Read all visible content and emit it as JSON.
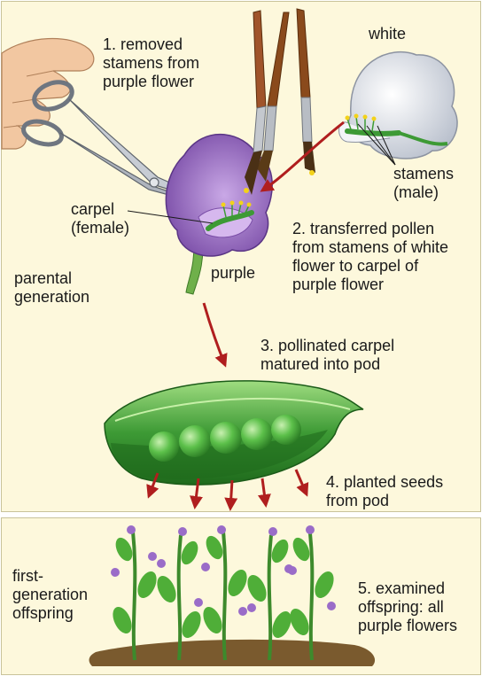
{
  "labels": {
    "step1": "1. removed\nstamens from\npurple flower",
    "white": "white",
    "stamens": "stamens\n(male)",
    "carpel": "carpel\n(female)",
    "purple": "purple",
    "step2": "2. transferred pollen\nfrom stamens of white\nflower to carpel of\npurple flower",
    "parental": "parental\ngeneration",
    "step3": "3. pollinated carpel\nmatured into pod",
    "step4": "4. planted seeds\nfrom pod",
    "first_gen": "first-\ngeneration\noffspring",
    "step5": "5. examined\noffspring: all\npurple flowers"
  },
  "colors": {
    "panel_bg": "#fdf8dc",
    "arrow": "#b01e1e",
    "purple_flower": "#8c5fb8",
    "white_flower": "#e6e9ef",
    "pod_green": "#3d9a35",
    "skin": "#f2c7a1",
    "brush_handle": "#8a4a1c",
    "soil": "#7a5a2e"
  },
  "icons": [
    "hand-icon",
    "scissors-icon",
    "paintbrush-icon",
    "purple-flower-icon",
    "white-flower-icon",
    "pea-pod-icon",
    "pea-plant-icon"
  ]
}
